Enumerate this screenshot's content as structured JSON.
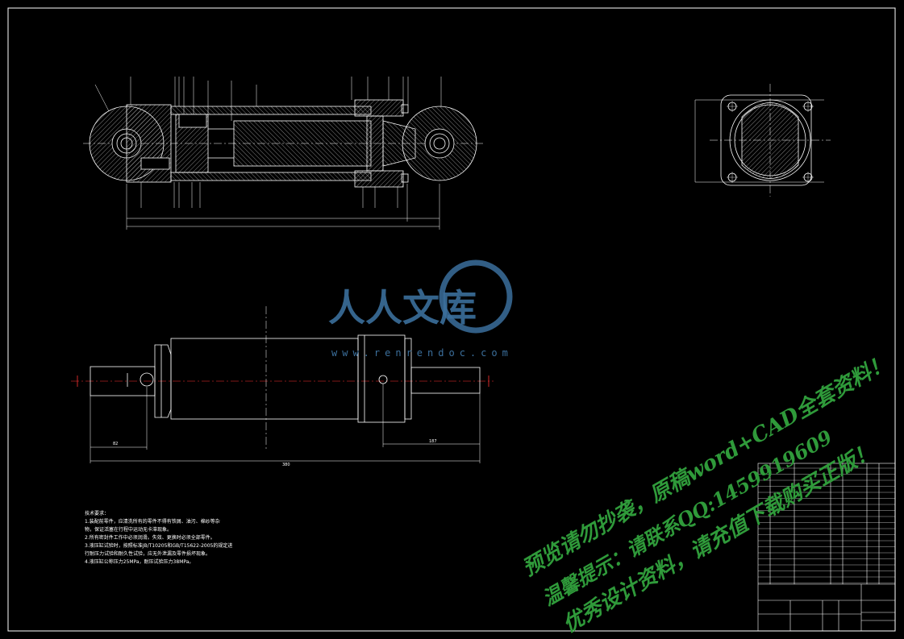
{
  "watermark": {
    "brand": "人人文库",
    "site": "www.renrendoc.com",
    "line1": "预览请勿抄袭，原稿word+CAD全套资料！",
    "line2": "温馨提示：请联系QQ:1459919609",
    "line3": "优秀设计资料，请充值下载购买正版！"
  },
  "dimensions": {
    "bottom_total": "380",
    "bottom_left": "82",
    "bottom_right": "187"
  },
  "tech_notes": {
    "title": "技术要求：",
    "items": [
      "1.装配前零件，应清洗所有的零件不得有铁屑、油污、棉纱等杂",
      "  物，保证活塞在行程中运动无卡滞现象。",
      "2.所有密封件工作中必须润滑。失效、更换时必须全部零件。",
      "3.液压缸试验时，按照标准JB/T10205和GB/T15622-2005的规定进",
      "  行耐压力试验和耐久性试验，应无外泄漏及零件损坏现象。",
      "4.液压缸公称压力25MPa，耐压试验压力38MPa。"
    ]
  },
  "colors": {
    "line": "#ffffff",
    "center": "#ff3333",
    "watermark_green": "#2f9a3a",
    "logo_blue": "#3b6f9c"
  }
}
